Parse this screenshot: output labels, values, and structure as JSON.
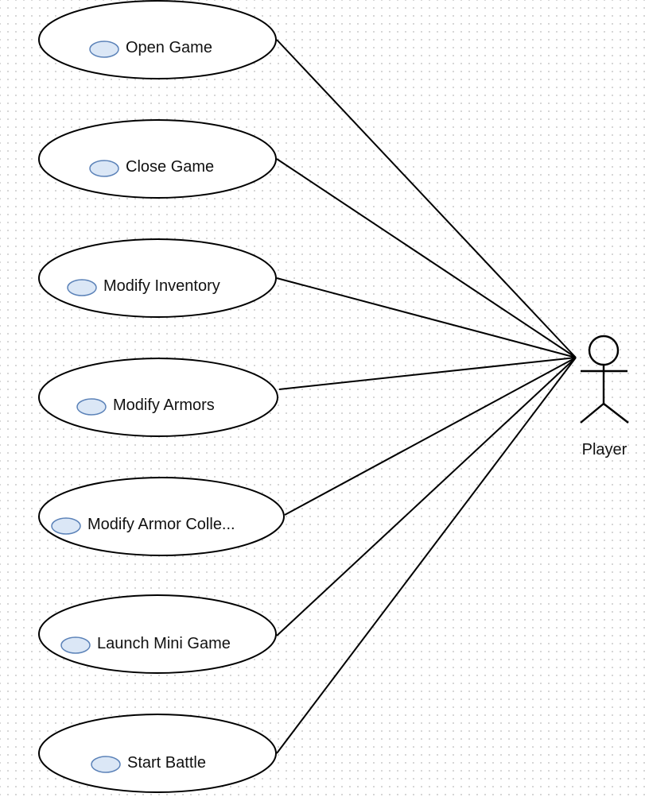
{
  "diagram": {
    "actor": {
      "name": "Player",
      "icon": "stick-figure-icon"
    },
    "use_cases": [
      {
        "id": "open-game",
        "label": "Open Game"
      },
      {
        "id": "close-game",
        "label": "Close Game"
      },
      {
        "id": "modify-inventory",
        "label": "Modify Inventory"
      },
      {
        "id": "modify-armors",
        "label": "Modify Armors"
      },
      {
        "id": "modify-armor-collection",
        "label": "Modify Armor Colle..."
      },
      {
        "id": "launch-mini-game",
        "label": "Launch Mini Game"
      },
      {
        "id": "start-battle",
        "label": "Start Battle"
      }
    ],
    "associations": [
      {
        "from": "open-game",
        "to": "Player"
      },
      {
        "from": "close-game",
        "to": "Player"
      },
      {
        "from": "modify-inventory",
        "to": "Player"
      },
      {
        "from": "modify-armors",
        "to": "Player"
      },
      {
        "from": "modify-armor-collection",
        "to": "Player"
      },
      {
        "from": "launch-mini-game",
        "to": "Player"
      },
      {
        "from": "start-battle",
        "to": "Player"
      }
    ],
    "colors": {
      "use_case_icon_fill": "#dbe7f6",
      "use_case_icon_stroke": "#5b82b8",
      "line": "#000000",
      "grid_dot": "#c9c9c9"
    }
  }
}
